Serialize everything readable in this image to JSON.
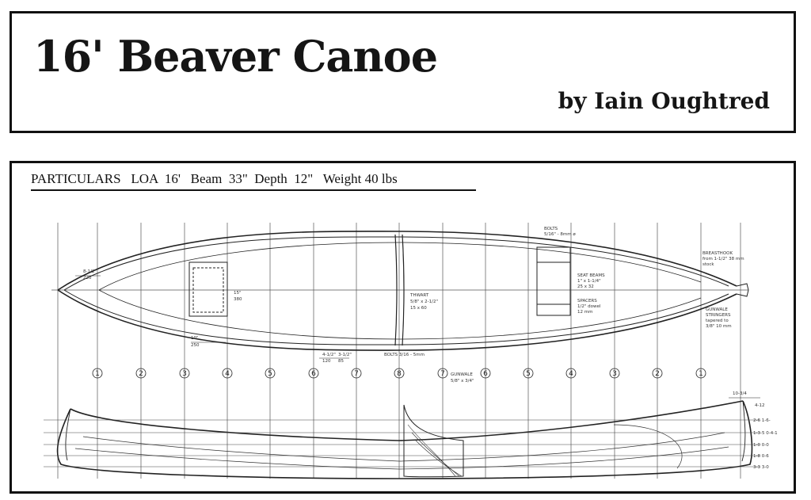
{
  "header": {
    "title": "16' Beaver Canoe",
    "author": "by Iain Oughtred"
  },
  "plan": {
    "particulars": "PARTICULARS   LOA  16'   Beam  33\"  Depth  12\"   Weight 40 lbs",
    "annotations": {
      "bolts": "BOLTS",
      "bolts_size": "5/16\" - 8mm ø",
      "thwart": "THWART",
      "thwart_size": "5/8\" x 2-1/2\"",
      "thwart_mm": "15 x 60",
      "seat_beams": "SEAT BEAMS",
      "seat_beams_size": "1\" x 1-1/4\"",
      "seat_beams_mm": "25 x 32",
      "spacers": "SPACERS",
      "spacers_size": "1/2\" dowel",
      "spacers_mm": "12 mm",
      "breasthook": "BREASTHOOK",
      "breasthook_2": "from 1-1/2\" 38 mm",
      "breasthook_3": "stock",
      "gunwale_stringers": "GUNWALE",
      "gunwale_stringers_2": "STRINGERS",
      "gunwale_stringers_3": "tapered to",
      "gunwale_stringers_4": "3/8\"  10 mm",
      "gunwale": "GUNWALE",
      "gunwale_size": "5/8\" x 3/4\"",
      "bolts_bottom": "BOLTS 3/16 - 5mm",
      "dim_10": "10\"",
      "dim_250": "250",
      "dim_4a": "4-1/2\"",
      "dim_4b": "3-1/2\"",
      "dim_120": "120",
      "dim_85": "85",
      "dim_bow_a": "8-1/2\"",
      "dim_bow_b": "220",
      "dim_seat_w": "15\"",
      "dim_seat_mm": "380",
      "wl_1": "4-12",
      "wl_2": "2-6  1-6-",
      "wl_3": "1-3-5  0-4-1",
      "wl_4": "1-0  0-0",
      "wl_5": "1-8  0-6",
      "wl_6": "3-3  3-0",
      "sheer_dim": "10-3/4"
    },
    "stations": [
      "1",
      "2",
      "3",
      "4",
      "5",
      "6",
      "7",
      "8",
      "7",
      "6",
      "5",
      "4",
      "3",
      "2",
      "1"
    ]
  }
}
